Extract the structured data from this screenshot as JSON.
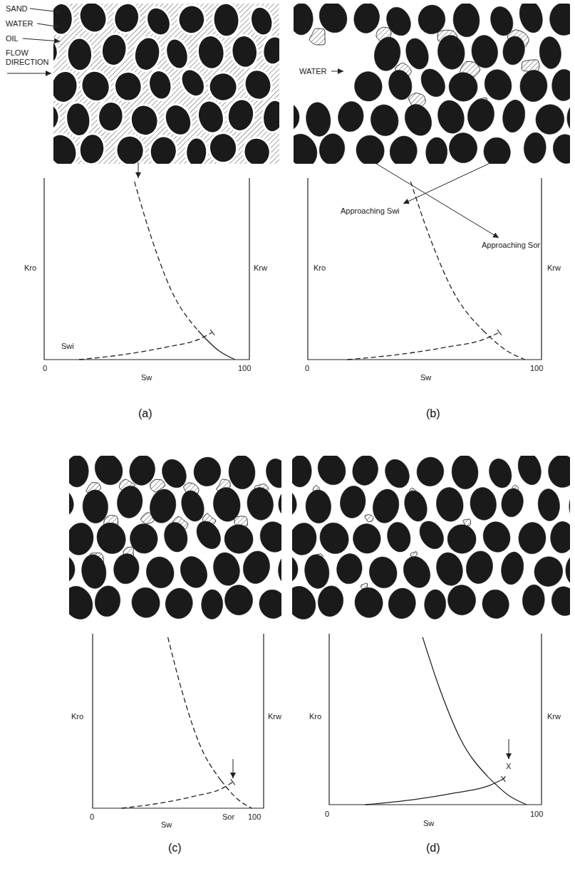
{
  "diagram": {
    "labels": [
      "SAND",
      "WATER",
      "OIL",
      "FLOW DIRECTION",
      "Kro",
      "Krw",
      "Swi",
      "0",
      "Sw",
      "100",
      "(a)",
      "WATER",
      "Approaching Swi",
      "Approaching Sor",
      "Kro",
      "Krw",
      "0",
      "Sw",
      "100",
      "(b)",
      "Kro",
      "Krw",
      "0",
      "Sw",
      "Sor",
      "100",
      "(c)",
      "Kro",
      "Krw",
      "0",
      "Sw",
      "100",
      "X",
      "(d)"
    ]
  }
}
